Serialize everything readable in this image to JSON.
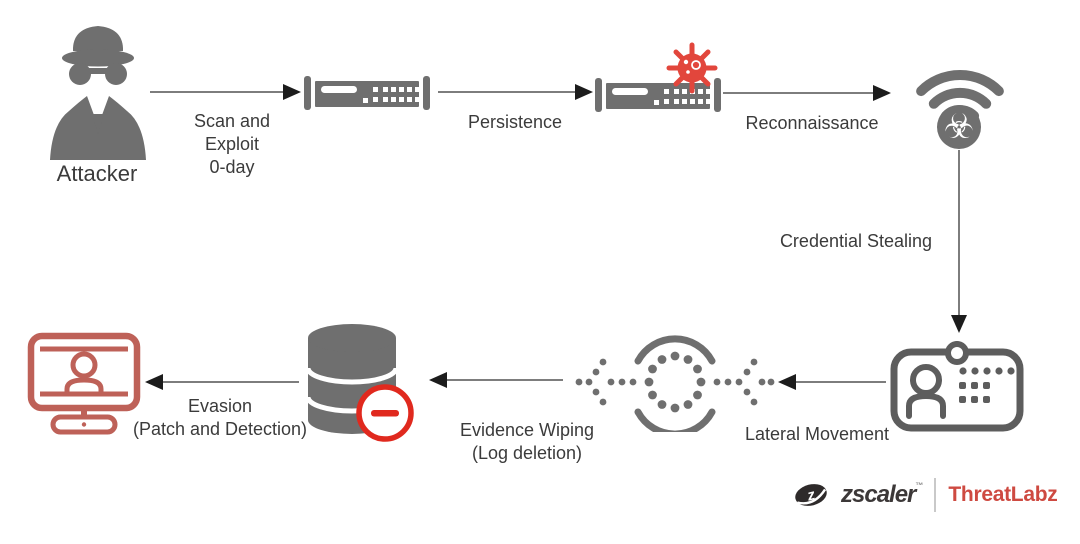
{
  "diagram_title": "attack-chain-flow",
  "labels": {
    "attacker": "Attacker",
    "scan_exploit": [
      "Scan and",
      "Exploit",
      "0-day"
    ],
    "persistence": "Persistence",
    "reconnaissance": "Reconnaissance",
    "credential_stealing": "Credential Stealing",
    "lateral_movement": "Lateral Movement",
    "evidence_wiping": [
      "Evidence Wiping",
      "(Log deletion)"
    ],
    "evasion": [
      "Evasion",
      "(Patch and Detection)"
    ]
  },
  "brand": {
    "zscaler": "zscaler",
    "zscaler_mark": "™",
    "threatlabz": "ThreatLabz",
    "zscaler_glyph": "z"
  },
  "icons": {
    "attacker": "spy-icon",
    "appliance_1": "network-appliance-icon",
    "appliance_2": "network-appliance-infected-icon",
    "malware": "virus-icon",
    "network": "wifi-biohazard-icon",
    "biohazard_glyph": "☣",
    "credentials": "id-badge-icon",
    "lateral": "dotted-circle-flow-icon",
    "logs": "database-minus-icon",
    "endpoint": "monitor-user-icon"
  },
  "colors": {
    "icon_gray": "#6f6f6f",
    "badge_gray": "#5d5d5d",
    "virus_red": "#e2463c",
    "minus_red": "#e0291e",
    "monitor_red": "#be6158",
    "threatlabz_red": "#ce4a41",
    "arrow_line": "#7d7d7d",
    "arrow_head": "#1c1c1c",
    "text": "#3b3b3b"
  }
}
